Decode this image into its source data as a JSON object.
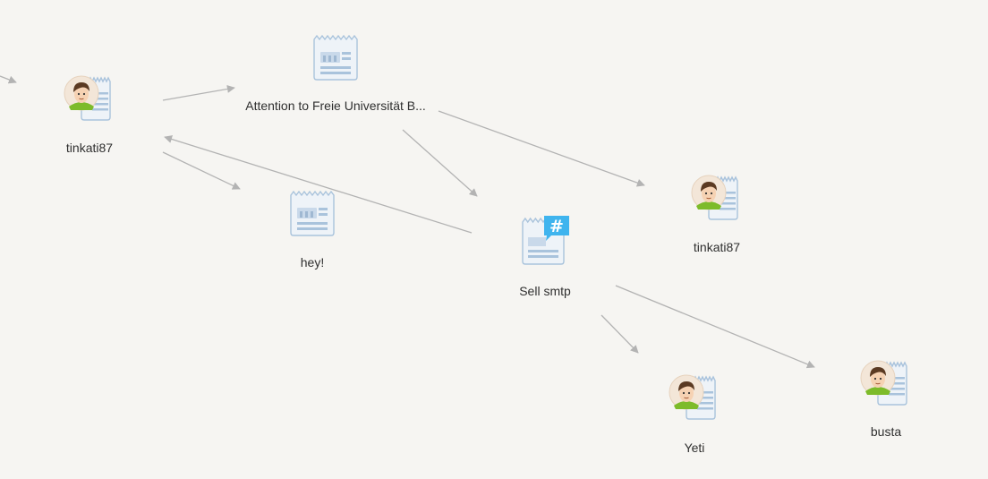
{
  "graph": {
    "nodes": [
      {
        "id": "n1",
        "type": "person",
        "label": "tinkati87"
      },
      {
        "id": "n2",
        "type": "message",
        "label": "Attention to Freie Universität B..."
      },
      {
        "id": "n3",
        "type": "message",
        "label": "hey!"
      },
      {
        "id": "n4",
        "type": "topic",
        "label": "Sell smtp"
      },
      {
        "id": "n5",
        "type": "person",
        "label": "tinkati87"
      },
      {
        "id": "n6",
        "type": "person",
        "label": "Yeti"
      },
      {
        "id": "n7",
        "type": "person",
        "label": "busta"
      }
    ],
    "edges": [
      {
        "from": "offscreen",
        "to": "n1"
      },
      {
        "from": "n1",
        "to": "n2"
      },
      {
        "from": "n1",
        "to": "n3"
      },
      {
        "from": "n4",
        "to": "n1"
      },
      {
        "from": "n2",
        "to": "n4"
      },
      {
        "from": "n2",
        "to": "n5"
      },
      {
        "from": "n4",
        "to": "n6"
      },
      {
        "from": "n4",
        "to": "n7"
      }
    ]
  },
  "colors": {
    "edge": "#b3b3b3",
    "doc_fill": "#eef3f8",
    "doc_line": "#a9c3dc",
    "hash_badge": "#3fb4ee",
    "avatar_skin": "#f6d2b3",
    "avatar_hair": "#5b3a22",
    "avatar_shirt": "#7dbb2a"
  },
  "icons": {
    "person": "person-document-icon",
    "message": "message-document-icon",
    "topic": "hashtag-document-icon"
  }
}
